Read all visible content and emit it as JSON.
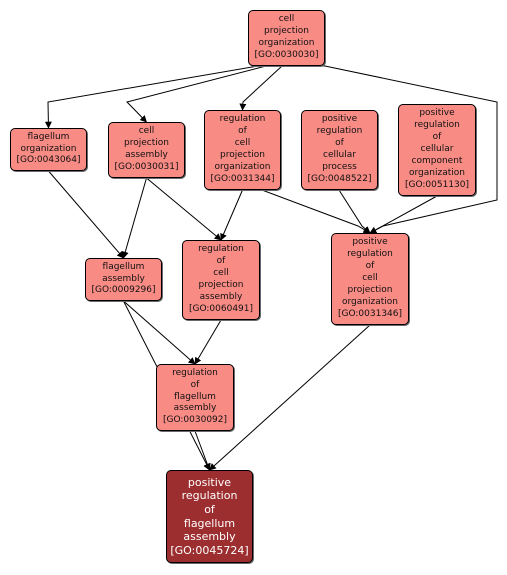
{
  "colors": {
    "node_fill": "#f98b85",
    "target_fill": "#9d2e30",
    "edge": "#000000"
  },
  "nodes": {
    "n0030030": {
      "label": "cell\nprojection\norganization\n[GO:0030030]"
    },
    "n0043064": {
      "label": "flagellum\norganization\n[GO:0043064]"
    },
    "n0030031": {
      "label": "cell\nprojection\nassembly\n[GO:0030031]"
    },
    "n0031344": {
      "label": "regulation\nof\ncell\nprojection\norganization\n[GO:0031344]"
    },
    "n0048522": {
      "label": "positive\nregulation\nof\ncellular\nprocess\n[GO:0048522]"
    },
    "n0051130": {
      "label": "positive\nregulation\nof\ncellular\ncomponent\norganization\n[GO:0051130]"
    },
    "n0009296": {
      "label": "flagellum\nassembly\n[GO:0009296]"
    },
    "n0060491": {
      "label": "regulation\nof\ncell\nprojection\nassembly\n[GO:0060491]"
    },
    "n0031346": {
      "label": "positive\nregulation\nof\ncell\nprojection\norganization\n[GO:0031346]"
    },
    "n0030092": {
      "label": "regulation\nof\nflagellum\nassembly\n[GO:0030092]"
    },
    "n0045724": {
      "label": "positive\nregulation\nof\nflagellum\nassembly\n[GO:0045724]"
    }
  },
  "edges": [
    {
      "from": "n0030030",
      "to": "n0043064"
    },
    {
      "from": "n0030030",
      "to": "n0030031"
    },
    {
      "from": "n0030030",
      "to": "n0031344"
    },
    {
      "from": "n0030030",
      "to": "n0031346"
    },
    {
      "from": "n0043064",
      "to": "n0009296"
    },
    {
      "from": "n0030031",
      "to": "n0009296"
    },
    {
      "from": "n0030031",
      "to": "n0060491"
    },
    {
      "from": "n0031344",
      "to": "n0060491"
    },
    {
      "from": "n0031344",
      "to": "n0031346"
    },
    {
      "from": "n0048522",
      "to": "n0031346"
    },
    {
      "from": "n0051130",
      "to": "n0031346"
    },
    {
      "from": "n0009296",
      "to": "n0030092"
    },
    {
      "from": "n0060491",
      "to": "n0030092"
    },
    {
      "from": "n0009296",
      "to": "n0045724"
    },
    {
      "from": "n0030092",
      "to": "n0045724"
    },
    {
      "from": "n0031346",
      "to": "n0045724"
    }
  ]
}
